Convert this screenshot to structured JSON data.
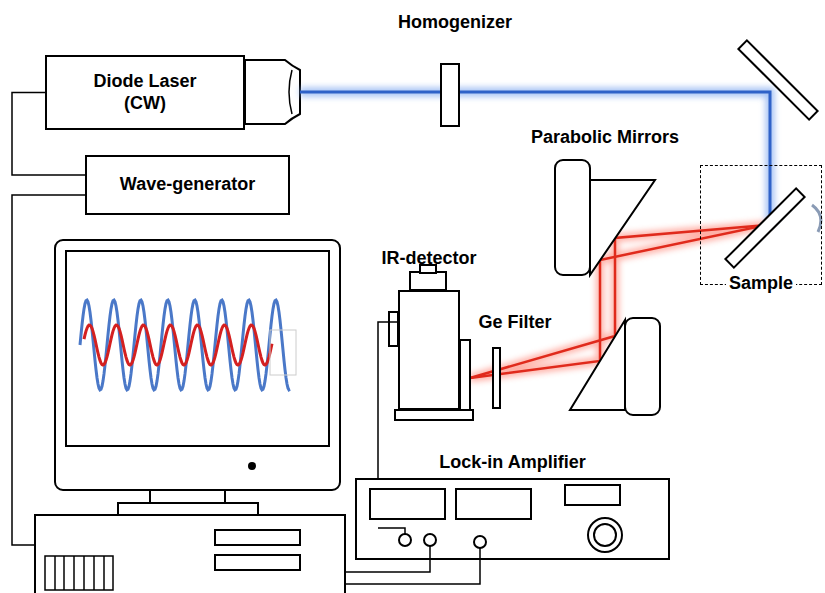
{
  "diagram": {
    "nodes": [
      {
        "text": [
          "Diode Laser (CW)"
        ]
      },
      {
        "text": [
          "Wave-generator"
        ]
      },
      {
        "text": [
          "Sample"
        ]
      },
      {
        "text": [
          "IR-detector"
        ]
      },
      {
        "text": [
          "Lock-in Amplifier"
        ]
      }
    ],
    "edges": [
      {
        "from": 0,
        "to": 1,
        "arrow": "none"
      },
      {
        "from": 4,
        "to": 3,
        "arrow": "none"
      }
    ],
    "labels": [
      "Homogenizer",
      "Parabolic Mirrors",
      "Ge Filter"
    ]
  }
}
